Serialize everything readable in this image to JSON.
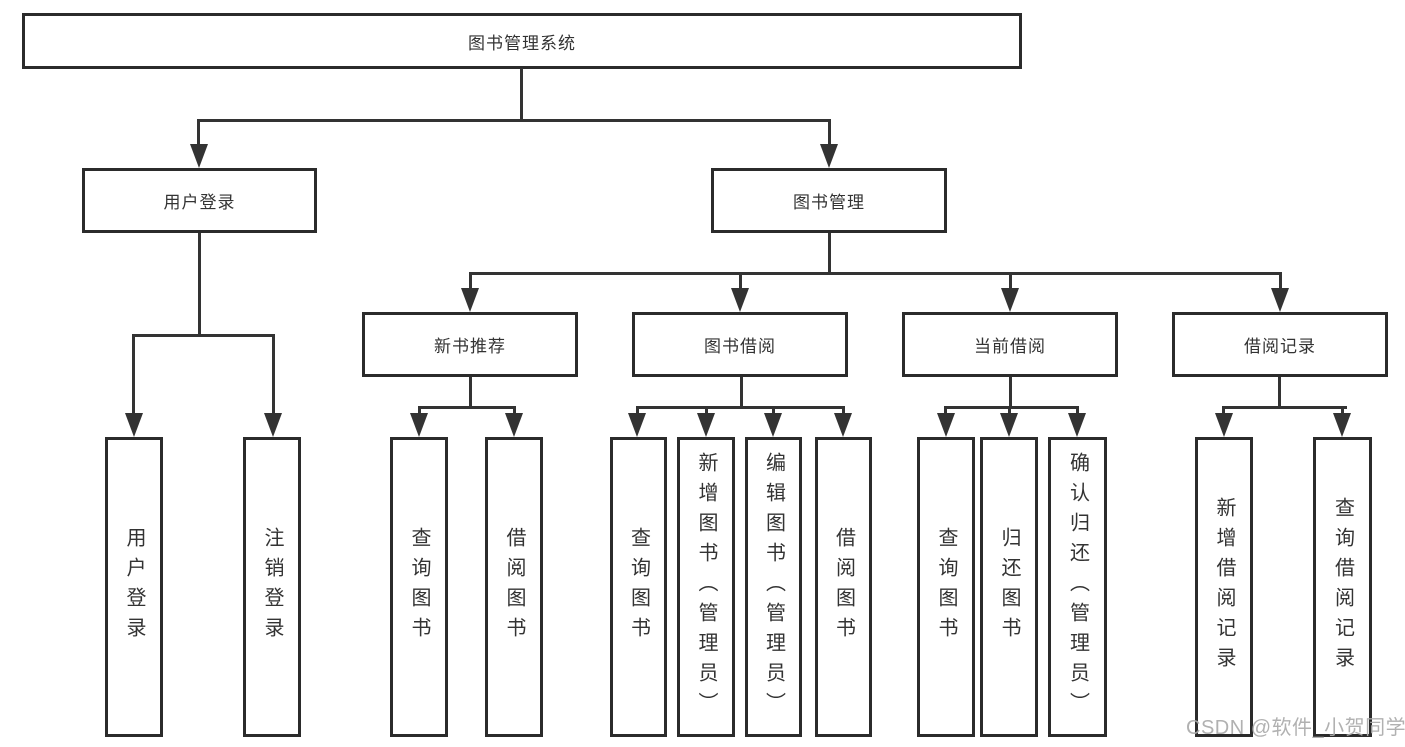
{
  "diagram_title": "图书管理系统",
  "nodes": {
    "root": "图书管理系统",
    "level2": [
      "用户登录",
      "图书管理"
    ],
    "level3": [
      "新书推荐",
      "图书借阅",
      "当前借阅",
      "借阅记录"
    ],
    "leaves": [
      "用户登录",
      "注销登录",
      "查询图书",
      "借阅图书",
      "查询图书",
      "新增图书（管理员）",
      "编辑图书（管理员）",
      "借阅图书",
      "查询图书",
      "归还图书",
      "确认归还（管理员）",
      "新增借阅记录",
      "查询借阅记录"
    ]
  },
  "watermark": "CSDN @软件_小贺同学",
  "colors": {
    "line": "#333333",
    "border": "#2b2b2b",
    "text": "#333333",
    "watermark": "#ababab",
    "background": "#ffffff"
  }
}
